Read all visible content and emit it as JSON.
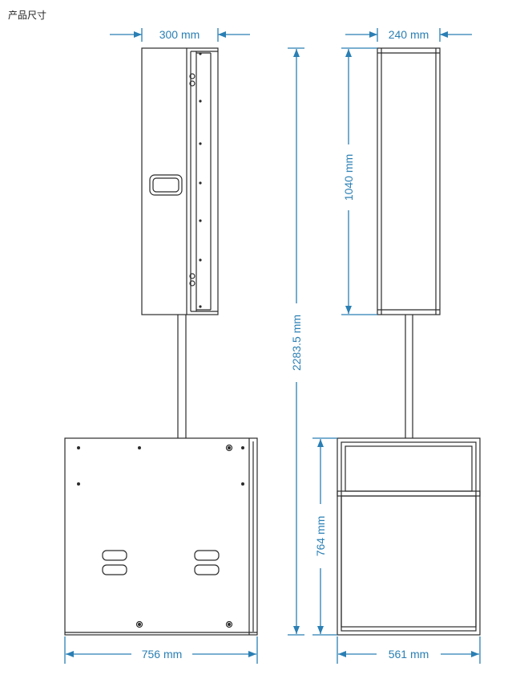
{
  "title": "产品尺寸",
  "dimensions": {
    "top_width": "300 mm",
    "top_depth": "240 mm",
    "total_height": "2283.5 mm",
    "top_height": "1040 mm",
    "sub_height": "764 mm",
    "sub_width": "756 mm",
    "sub_depth": "561 mm"
  },
  "colors": {
    "dimension": "#2a7fb4",
    "outline": "#2b2b2b"
  }
}
